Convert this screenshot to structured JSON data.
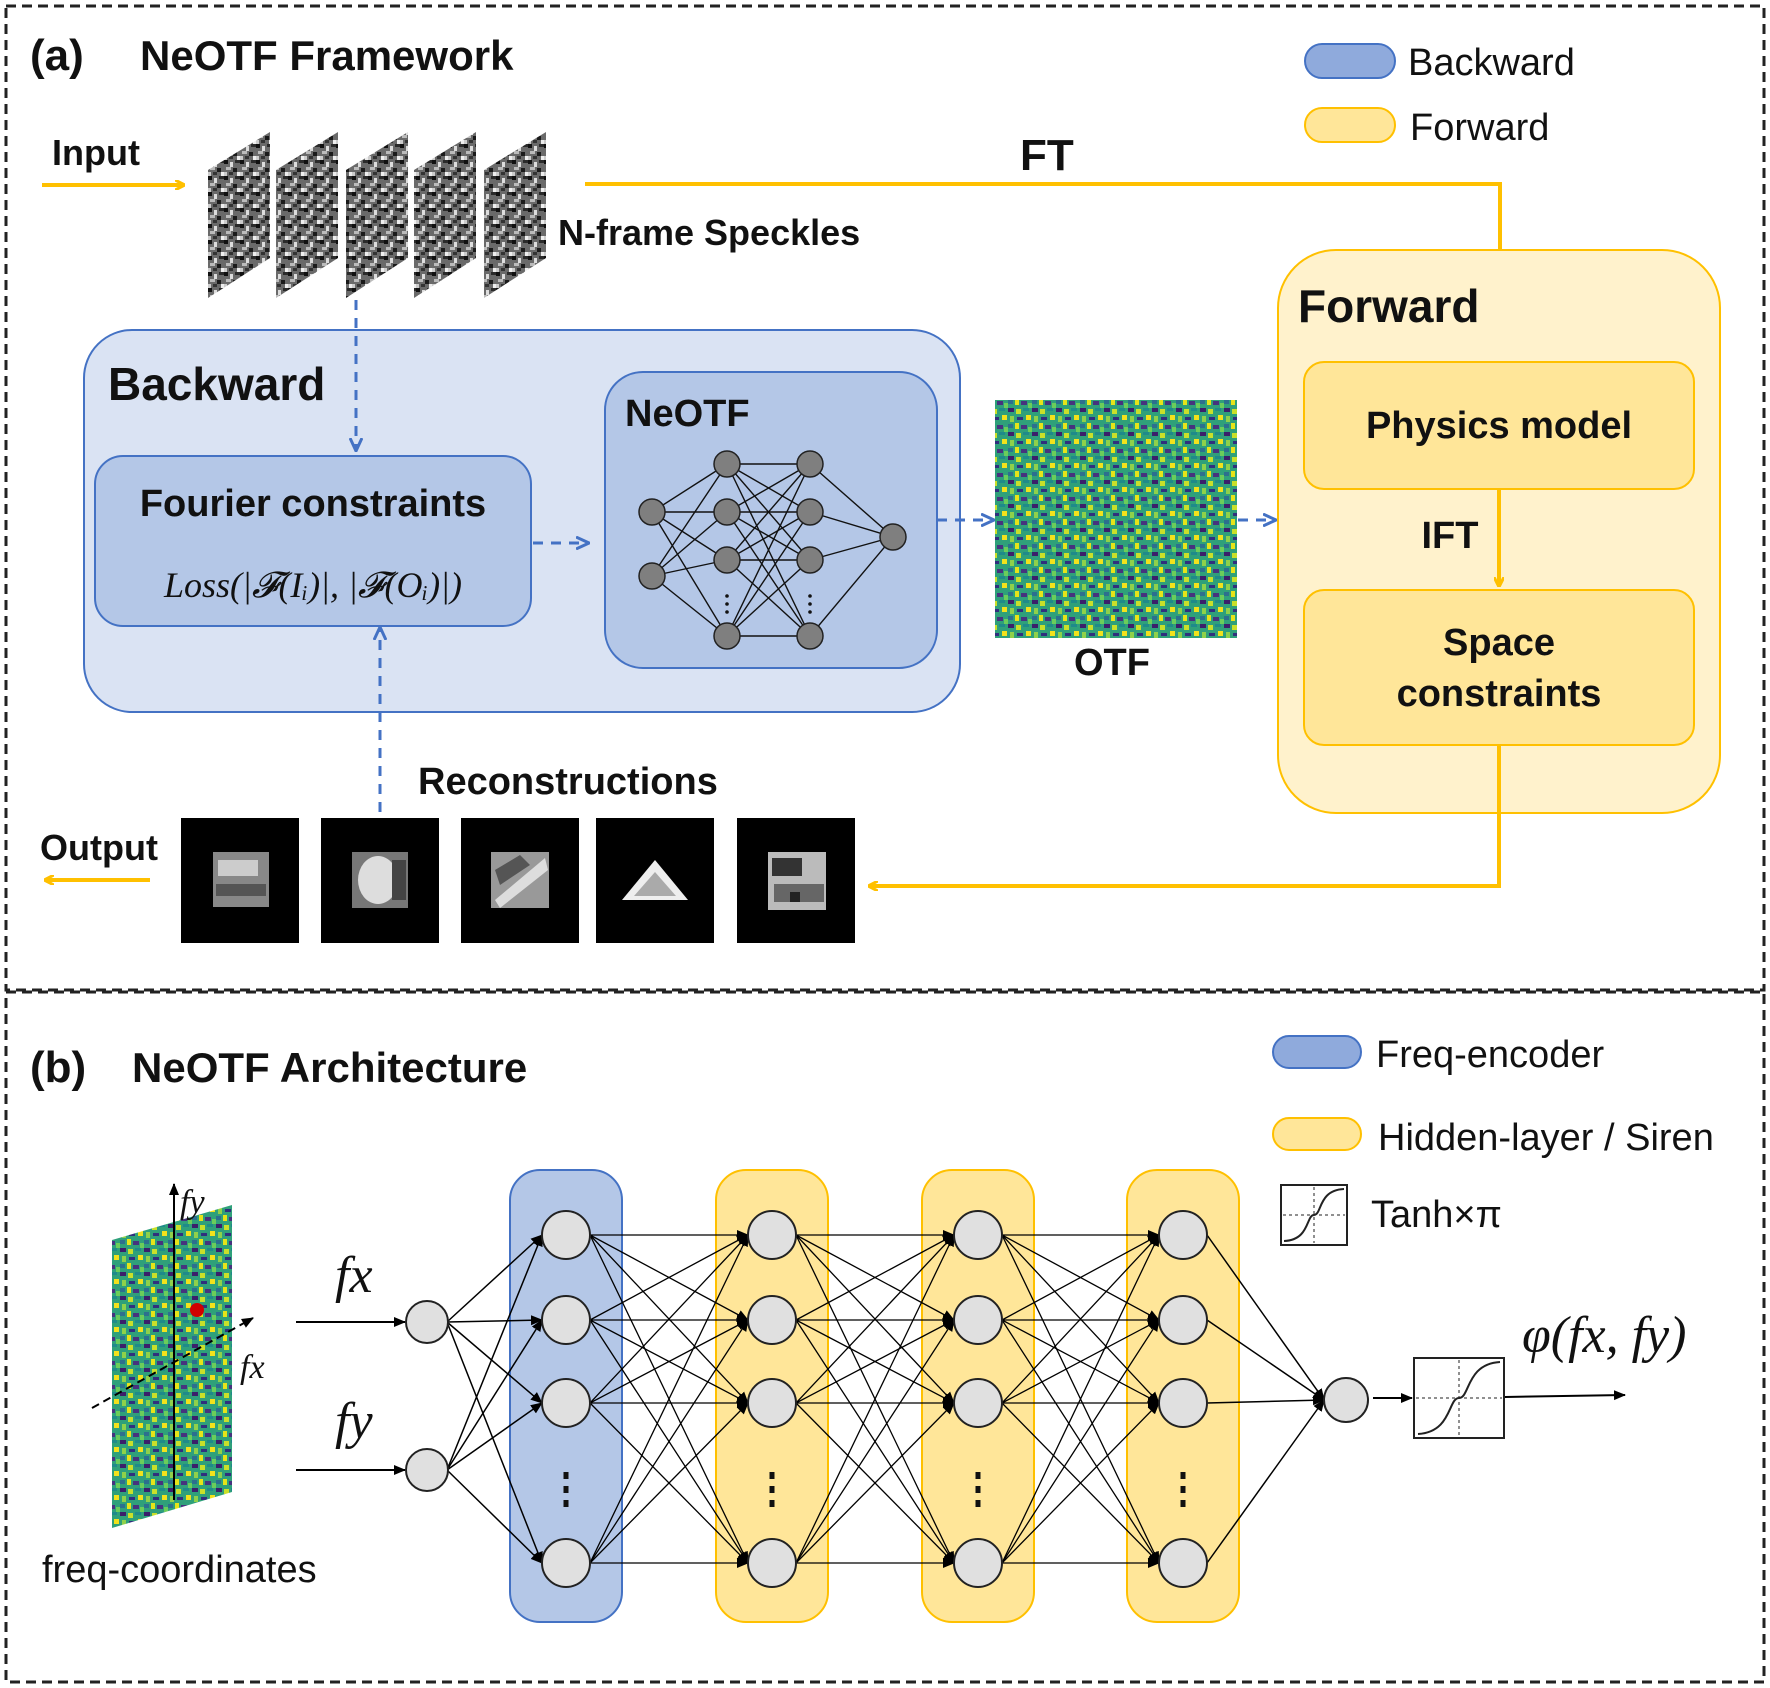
{
  "panel_a": {
    "label": "(a)",
    "title": "NeOTF Framework",
    "legend": {
      "backward": "Backward",
      "forward": "Forward"
    },
    "input_label": "Input",
    "speckles_label": "N-frame Speckles",
    "ft_label": "FT",
    "backward_title": "Backward",
    "fourier_title": "Fourier constraints",
    "loss_formula": "Loss(|𝓕(Iᵢ)|, |𝓕(Oᵢ)|)",
    "neotf_title": "NeOTF",
    "otf_label": "OTF",
    "forward_title": "Forward",
    "physics_model": "Physics model",
    "ift_label": "IFT",
    "space_constraints_line1": "Space",
    "space_constraints_line2": "constraints",
    "reconstructions_label": "Reconstructions",
    "output_label": "Output"
  },
  "panel_b": {
    "label": "(b)",
    "title": "NeOTF Architecture",
    "legend": {
      "freq_encoder": "Freq-encoder",
      "hidden": "Hidden-layer / Siren",
      "tanh": "Tanh×π"
    },
    "fy_axis": "fy",
    "fx_axis": "fx",
    "freq_coordinates": "freq-coordinates",
    "input_fx": "fx",
    "input_fy": "fy",
    "output_formula": "φ(fx, fy)"
  },
  "colors": {
    "blue_fill": "#dae3f3",
    "blue_box": "#b4c7e7",
    "blue_stroke": "#4472c4",
    "yellow_fill": "#fff2cc",
    "yellow_box": "#ffe699",
    "yellow_stroke": "#ffc000",
    "node_fill": "#7f7f7f",
    "node_light": "#e0e0e0"
  }
}
